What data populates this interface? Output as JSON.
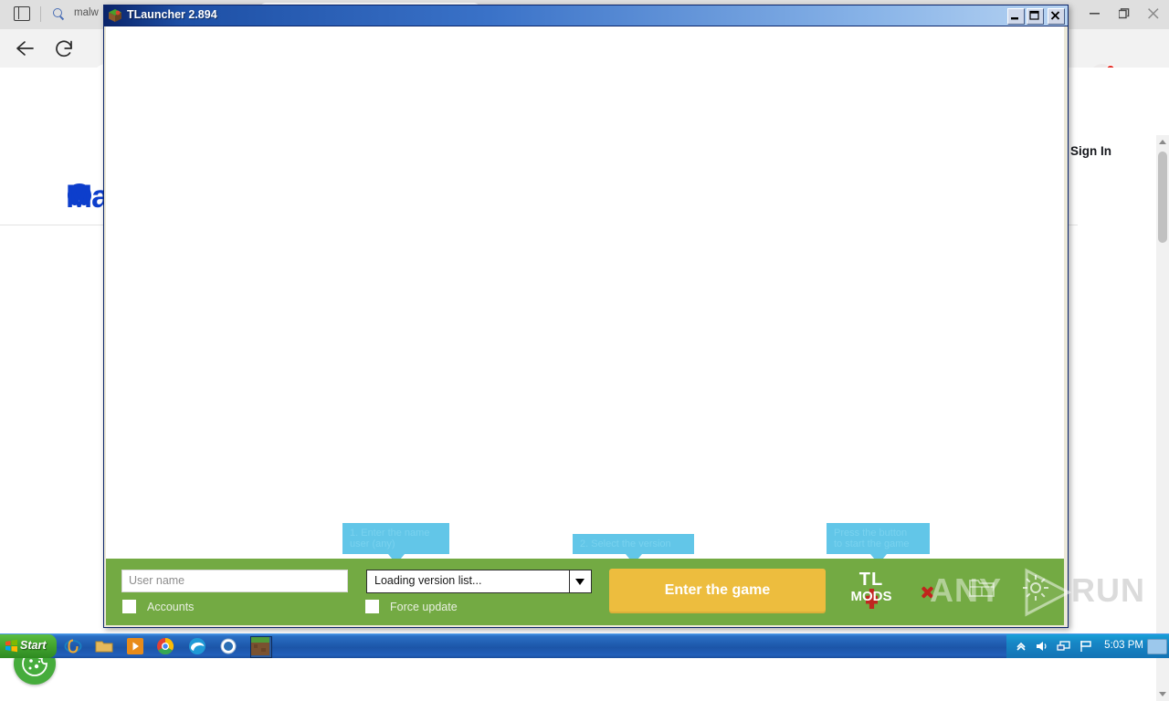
{
  "browser": {
    "tab_search_text": "malw",
    "signin_label": "Sign In",
    "brand_text": "Ma",
    "icons": {
      "tab_list": "tab-list-icon",
      "search": "search-icon",
      "back": "back-arrow-icon",
      "reload": "reload-icon",
      "avatar": "account-avatar-icon",
      "menu": "more-options-icon",
      "minimize": "minimize-icon",
      "restore": "restore-icon",
      "close": "close-icon",
      "cookie": "cookie-consent-icon"
    }
  },
  "tlauncher": {
    "title": "TLauncher 2.894",
    "window_icon": "tlauncher-app-icon",
    "window_buttons": {
      "minimize": "minimize-button",
      "maximize": "maximize-button",
      "close": "close-button"
    },
    "username_placeholder": "User name",
    "username_value": "",
    "version_selected": "Loading version list...",
    "version_dropdown_icon": "chevron-down-icon",
    "accounts_label": "Accounts",
    "accounts_checked": false,
    "force_update_label": "Force update",
    "force_update_checked": false,
    "enter_button_label": "Enter the game",
    "logo_top": "TL",
    "logo_bottom": "MODS",
    "footer_icons": {
      "close_x": "red-x-icon",
      "folder": "open-folder-icon",
      "settings": "gear-icon"
    },
    "colors": {
      "footer_green": "#73aa43",
      "button_yellow": "#edbd3e",
      "callout_blue": "#62c6e8",
      "titlebar_blue": "#0a246a"
    },
    "callouts": [
      {
        "id": "callout-username",
        "line1": "1. Enter the name",
        "line2": "user (any)"
      },
      {
        "id": "callout-version",
        "line1": "2. Select the version",
        "line2": ""
      },
      {
        "id": "callout-play",
        "line1": "Press the button",
        "line2": "to start the game"
      }
    ]
  },
  "watermark": {
    "left": "ANY",
    "right": "RUN"
  },
  "taskbar": {
    "start_label": "Start",
    "clock": "5:03 PM",
    "quick_launch": [
      {
        "name": "internet-explorer-icon"
      },
      {
        "name": "folder-icon"
      },
      {
        "name": "media-player-icon"
      },
      {
        "name": "chrome-icon"
      },
      {
        "name": "edge-icon"
      },
      {
        "name": "sync-icon"
      },
      {
        "name": "minecraft-block-icon"
      }
    ],
    "tray": [
      {
        "name": "show-hidden-icons-icon"
      },
      {
        "name": "volume-icon"
      },
      {
        "name": "network-icon"
      },
      {
        "name": "action-flag-icon"
      }
    ]
  }
}
